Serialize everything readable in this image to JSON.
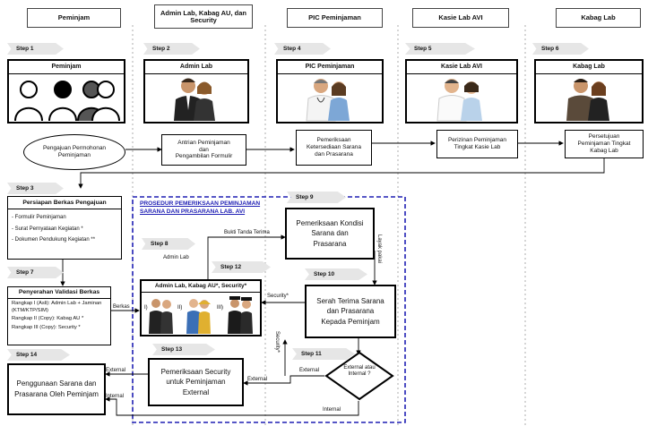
{
  "headers": {
    "peminjam": "Peminjam",
    "admin": "Admin Lab, Kabag AU, dan Security",
    "pic": "PIC Peminjaman",
    "kasie": "Kasie Lab AVI",
    "kabag": "Kabag Lab"
  },
  "steps": {
    "s1": "Step 1",
    "s2": "Step 2",
    "s3": "Step 3",
    "s4": "Step 4",
    "s5": "Step 5",
    "s6": "Step 6",
    "s7": "Step 7",
    "s8": "Step 8",
    "s9": "Step 9",
    "s10": "Step 10",
    "s11": "Step 11",
    "s12": "Step 12",
    "s13": "Step 13",
    "s14": "Step 14"
  },
  "actors": {
    "peminjam": "Peminjam",
    "admin": "Admin Lab",
    "pic": "PIC Peminjaman",
    "kasie": "Kasie Lab AVI",
    "kabag": "Kabag Lab"
  },
  "process": {
    "pengajuan": "Pengajuan Permohonan Peminjaman",
    "antrian_1": "Antrian Peminjaman",
    "antrian_2": "dan",
    "antrian_3": "Pengambilan Formulir",
    "pemeriksaan_ketersediaan": "Pemeriksaan Ketersediaan Sarana dan Prasarana",
    "perizinan": "Perizinan Peminjaman Tingkat Kasie Lab",
    "persetujuan": "Persetujuan Peminjaman Tingkat Kabag Lab"
  },
  "persiapan": {
    "title": "Persiapan Berkas Pengajuan",
    "items": [
      "- Formulir Peminjaman",
      "- Surat Pernyataan Kegiatan *",
      "- Dokumen Pendukung Kegiatan **"
    ]
  },
  "validasi": {
    "title": "Penyerahan Validasi Berkas",
    "items": [
      "Rangkap I (Asli): Admin Lab + Jaminan (KTM/KTP/SIM)",
      "Rangkap II (Copy): Kabag AU *",
      "Rangkap III (Copy): Security *"
    ]
  },
  "prosedur": {
    "line1": "PROSEDUR PEMERIKSAAN PEMINJAMAN",
    "line2": "SARANA DAN PRASARANA LAB. AVI"
  },
  "admin_group": {
    "title": "Admin Lab, Kabag AU*, Security*",
    "roman": [
      "I)",
      "II)",
      "III)"
    ]
  },
  "boxes": {
    "pemeriksaan_kondisi": "Pemeriksaan Kondisi Sarana dan Prasarana",
    "serah_terima": "Serah Terima Sarana dan Prasarana Kepada Peminjam",
    "pemeriksaan_security": "Pemeriksaan Security untuk Peminjaman External",
    "penggunaan": "Penggunaan Sarana dan Prasarana Oleh Peminjam",
    "decision": "External atau Internal ?"
  },
  "edge_labels": {
    "bukti": "Bukti Tanda Terima",
    "layak": "Layak pakai",
    "admin_lab": "Admin Lab",
    "security_star": "Security*",
    "security_v": "Security*",
    "berkas": "Berkas",
    "external_1": "External",
    "external_2": "External",
    "external_3": "External",
    "internal_1": "Internal",
    "internal_2": "Internal"
  },
  "colors": {
    "dashed_border": "#1f1fb4",
    "prosedur_text": "#1f1fb4",
    "step_fill": "#e6e6e6"
  }
}
